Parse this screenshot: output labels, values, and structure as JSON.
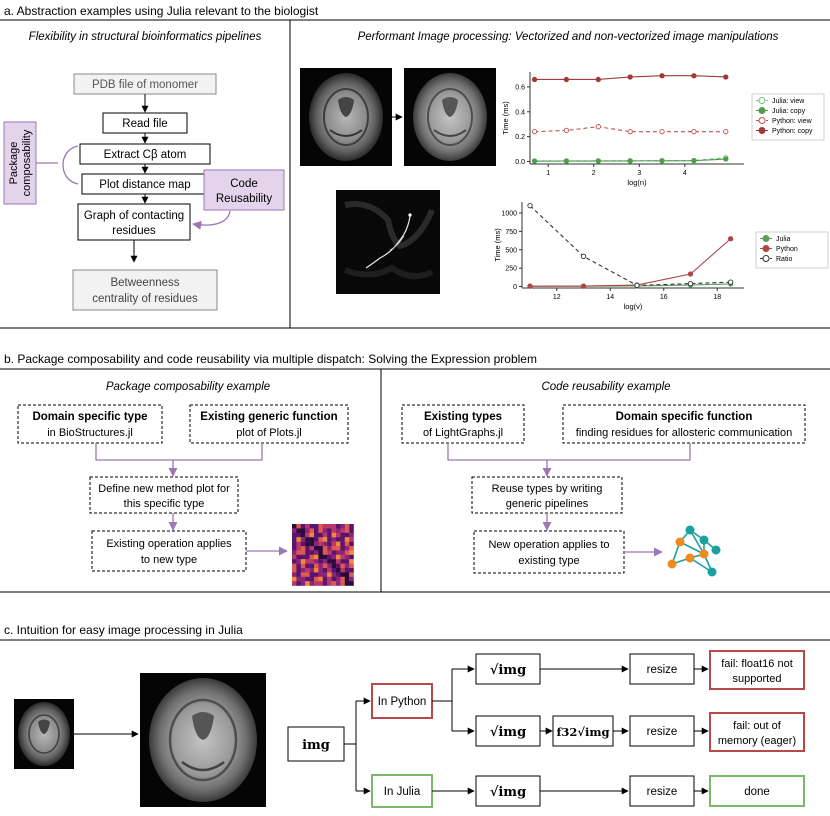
{
  "section_a": {
    "heading": "a. Abstraction examples using Julia relevant to the biologist",
    "left": {
      "title": "Flexibility in structural bioinformatics pipelines",
      "pipeline": [
        "PDB file of monomer",
        "Read file",
        "Extract Cβ atom",
        "Plot distance map"
      ],
      "graph_lines": [
        "Graph of contacting",
        "residues"
      ],
      "betweenness_lines": [
        "Betweenness",
        "centrality of residues"
      ],
      "package_composability_lines": [
        "Package",
        "composability"
      ],
      "code_reusability_lines": [
        "Code",
        "Reusability"
      ]
    },
    "right": {
      "title": "Performant Image processing: Vectorized and non-vectorized image manipulations"
    }
  },
  "chart_data": [
    {
      "type": "line",
      "xlabel": "log(n)",
      "ylabel": "Time (ms)",
      "xticks": [
        "1",
        "2",
        "3",
        "4"
      ],
      "yticks": [
        "0.0",
        "0.2",
        "0.4",
        "0.6"
      ],
      "xlim": [
        0.6,
        5.3
      ],
      "ylim": [
        -0.02,
        0.72
      ],
      "legend_position": "right",
      "x": [
        0.7,
        1.4,
        2.1,
        2.8,
        3.5,
        4.2,
        4.9
      ],
      "series": [
        {
          "name": "Julia: view",
          "color": "#7fbf7f",
          "style": "dashed-hollow",
          "values": [
            0.005,
            0.005,
            0.006,
            0.006,
            0.007,
            0.008,
            0.03
          ]
        },
        {
          "name": "Julia: copy",
          "color": "#4e9e4e",
          "style": "solid-filled",
          "values": [
            0.003,
            0.004,
            0.004,
            0.005,
            0.006,
            0.007,
            0.02
          ]
        },
        {
          "name": "Python: view",
          "color": "#c05050",
          "style": "dashed-hollow",
          "values": [
            0.24,
            0.25,
            0.28,
            0.24,
            0.24,
            0.24,
            0.24
          ]
        },
        {
          "name": "Python: copy",
          "color": "#a03a3a",
          "style": "solid-filled",
          "values": [
            0.66,
            0.66,
            0.66,
            0.68,
            0.69,
            0.69,
            0.68
          ]
        }
      ]
    },
    {
      "type": "line",
      "xlabel": "log(v)",
      "ylabel": "Time (ms)",
      "xticks": [
        "12",
        "14",
        "16",
        "18"
      ],
      "yticks": [
        "0",
        "250",
        "500",
        "750",
        "1000"
      ],
      "xlim": [
        10.7,
        19.0
      ],
      "ylim": [
        -20,
        1150
      ],
      "legend_position": "right",
      "x": [
        11,
        13,
        15,
        17,
        18.5
      ],
      "series": [
        {
          "name": "Julia",
          "color": "#5aa05a",
          "style": "solid-filled",
          "values": [
            5,
            5,
            8,
            20,
            35
          ]
        },
        {
          "name": "Python",
          "color": "#b04545",
          "style": "solid-filled",
          "values": [
            5,
            6,
            20,
            170,
            650
          ]
        },
        {
          "name": "Ratio",
          "color": "#333333",
          "style": "dashed-hollow",
          "values": [
            1100,
            410,
            15,
            40,
            60
          ]
        }
      ]
    }
  ],
  "section_b": {
    "heading": "b. Package composability and code reusability via multiple dispatch: Solving the Expression problem",
    "left_title": "Package composability example",
    "right_title": "Code reusability example",
    "domain_type_bold": "Domain specific type",
    "domain_type_sub": "in BioStructures.jl",
    "generic_fn_bold": "Existing generic function",
    "generic_fn_sub": "plot of Plots.jl",
    "define_lines": [
      "Define new method plot for",
      "this specific type"
    ],
    "existing_op_lines": [
      "Existing operation applies",
      "to new type"
    ],
    "existing_types_bold": "Existing types",
    "existing_types_sub": "of LightGraphs.jl",
    "domain_fn_bold": "Domain specific function",
    "domain_fn_sub": "finding residues for allosteric communication",
    "reuse_lines": [
      "Reuse types by writing",
      "generic pipelines"
    ],
    "new_op_lines": [
      "New operation applies to",
      "existing type"
    ]
  },
  "section_c": {
    "heading": "c. Intuition for easy image processing in Julia",
    "img_label": "img",
    "in_python": "In Python",
    "in_julia": "In Julia",
    "sqrt_img": "√img",
    "f32_sqrt_img": "f32√img",
    "resize": "resize",
    "fail1_lines": [
      "fail: float16 not",
      "supported"
    ],
    "fail2_lines": [
      "fail: out of",
      "memory (eager)"
    ],
    "done": "done"
  }
}
